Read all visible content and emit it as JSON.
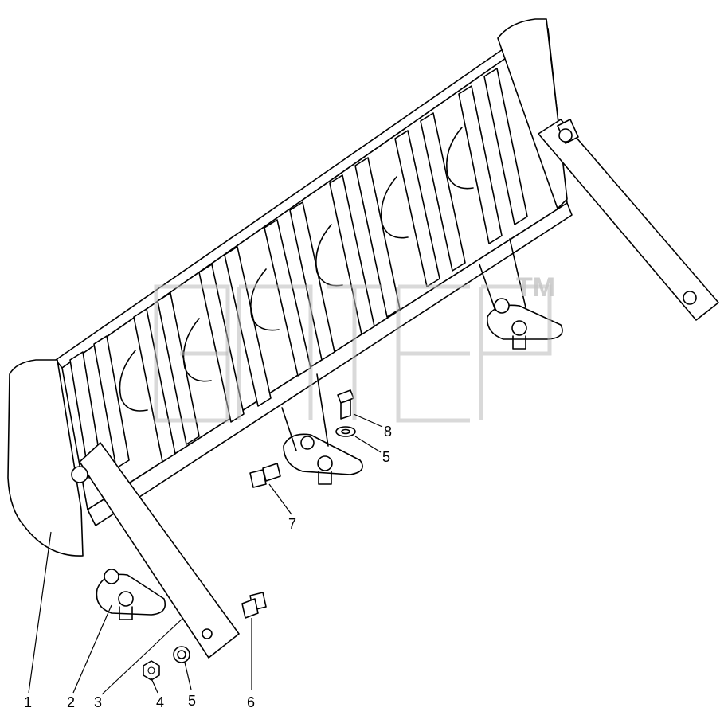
{
  "callouts": [
    {
      "id": "c1",
      "label": "1"
    },
    {
      "id": "c2",
      "label": "2"
    },
    {
      "id": "c3",
      "label": "3"
    },
    {
      "id": "c4",
      "label": "4"
    },
    {
      "id": "c5a",
      "label": "5"
    },
    {
      "id": "c6",
      "label": "6"
    },
    {
      "id": "c7",
      "label": "7"
    },
    {
      "id": "c8",
      "label": "8"
    },
    {
      "id": "c5b",
      "label": "5"
    }
  ],
  "watermark": {
    "trademark": "TM"
  }
}
